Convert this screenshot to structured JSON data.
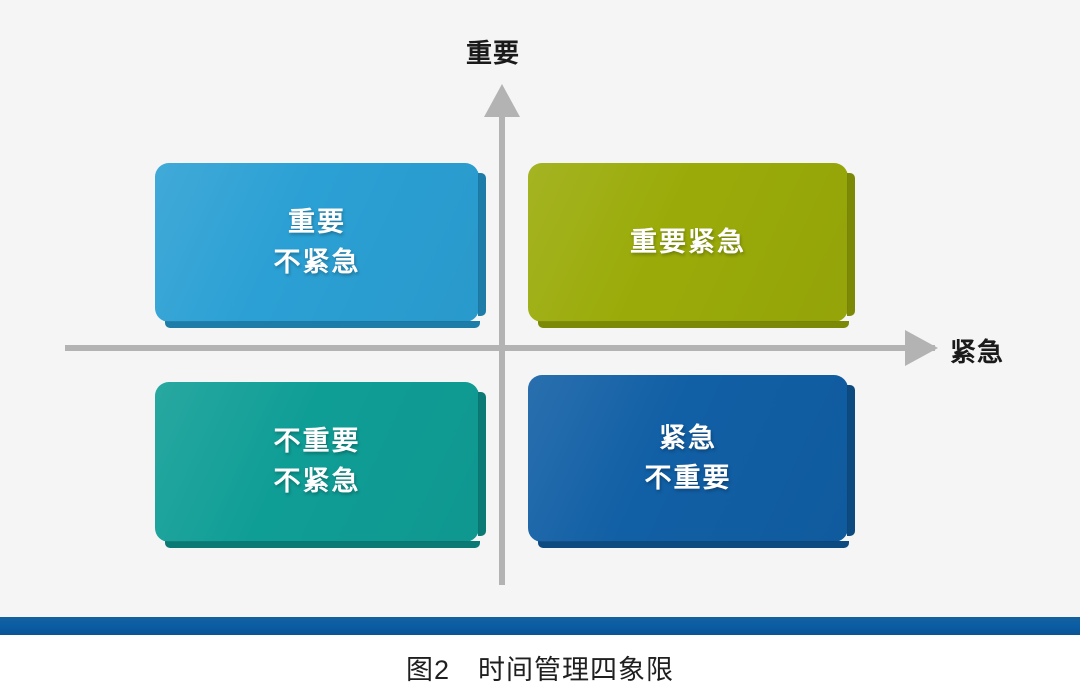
{
  "figure": {
    "background_color": "#f5f5f5",
    "axis_color": "#b3b3b3",
    "axes": {
      "vertical_label": "重要",
      "horizontal_label": "紧急",
      "vertical_arrow_icon": "arrow-up-icon",
      "horizontal_arrow_icon": "arrow-right-icon"
    },
    "quadrants": [
      {
        "id": "important-not-urgent",
        "position": "top-left",
        "lines": [
          "重要",
          "不紧急"
        ],
        "color": "#2ba0d4",
        "shadow_color": "#1d7ca8"
      },
      {
        "id": "important-urgent",
        "position": "top-right",
        "lines": [
          "重要紧急"
        ],
        "color": "#9aab09",
        "shadow_color": "#7c8907"
      },
      {
        "id": "not-important-not-urgent",
        "position": "bottom-left",
        "lines": [
          "不重要",
          "不紧急"
        ],
        "color": "#0f9e96",
        "shadow_color": "#0b7a74"
      },
      {
        "id": "urgent-not-important",
        "position": "bottom-right",
        "lines": [
          "紧急",
          "不重要"
        ],
        "color": "#115fa5",
        "shadow_color": "#0d4a80"
      }
    ]
  },
  "caption": {
    "number": "图2",
    "title": "时间管理四象限"
  },
  "rule_bar": {
    "color": "#0a5ca3"
  }
}
